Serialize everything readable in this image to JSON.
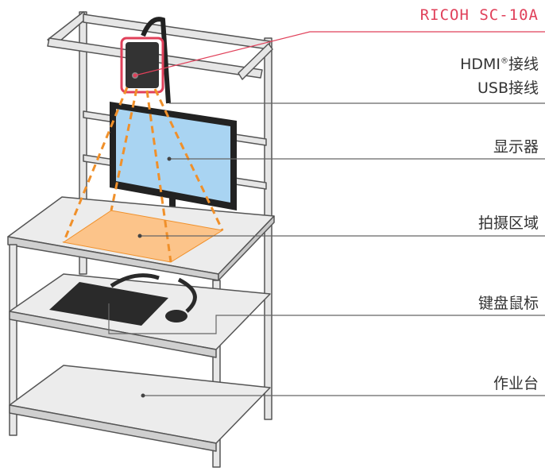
{
  "labels": {
    "camera": "RICOH SC-10A",
    "hdmi": "HDMI",
    "hdmi_mark": "®",
    "hdmi_suffix": "接线",
    "usb": "USB接线",
    "monitor": "显示器",
    "capture_area": "拍摄区域",
    "keyboard_mouse": "键盘鼠标",
    "workbench": "作业台"
  },
  "colors": {
    "accent": "#e0405a",
    "capture_area": "#fcc48a",
    "dash": "#f0902a",
    "screen": "#a9d4f2"
  }
}
